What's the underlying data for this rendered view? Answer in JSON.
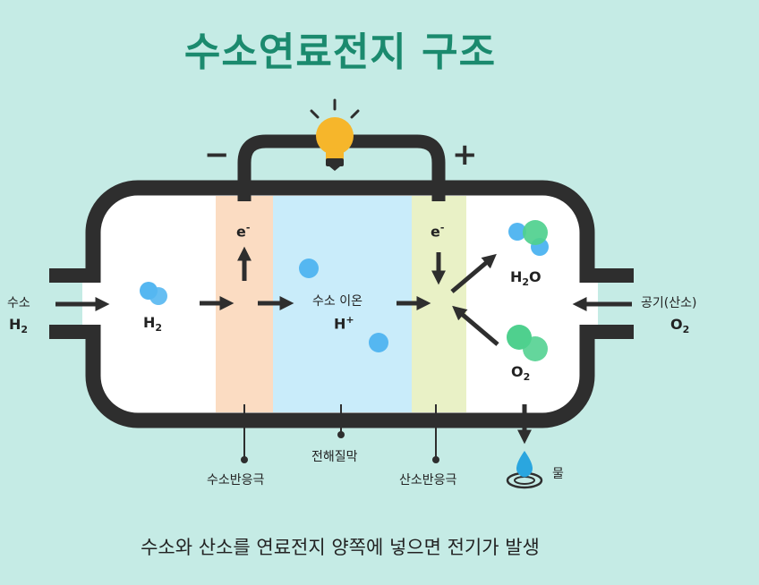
{
  "title": "수소연료전지 구조",
  "caption": "수소와 산소를 연료전지 양쪽에 넣으면 전기가 발생",
  "terminals": {
    "negative": "−",
    "positive": "+"
  },
  "inlet_left": {
    "label": "수소",
    "formula": "H",
    "sub": "2"
  },
  "inlet_right": {
    "label": "공기(산소)",
    "formula": "O",
    "sub": "2"
  },
  "hydrogen_molecule": {
    "formula": "H",
    "sub": "2"
  },
  "electron_left": {
    "symbol": "e",
    "sup": "-"
  },
  "electron_right": {
    "symbol": "e",
    "sup": "-"
  },
  "proton": {
    "label": "수소 이온",
    "formula": "H",
    "sup": "+"
  },
  "water_molecule": {
    "formula": "H",
    "sub": "2",
    "suffix": "O"
  },
  "oxygen_molecule": {
    "formula": "O",
    "sub": "2"
  },
  "parts": {
    "anode": "수소반응극",
    "electrolyte": "전해질막",
    "cathode": "산소반응극",
    "water_output": "물"
  },
  "colors": {
    "background": "#c5ebe5",
    "title": "#1b8a6e",
    "frame": "#2e2e2e",
    "anode": "#fbdcc2",
    "electrolyte": "#c9ecfa",
    "cathode": "#e9f1c6",
    "hydrogen_atom": "#55b7f1",
    "oxygen_atom": "#4fd08e",
    "bulb": "#f6b62b",
    "droplet": "#2aa6df"
  }
}
